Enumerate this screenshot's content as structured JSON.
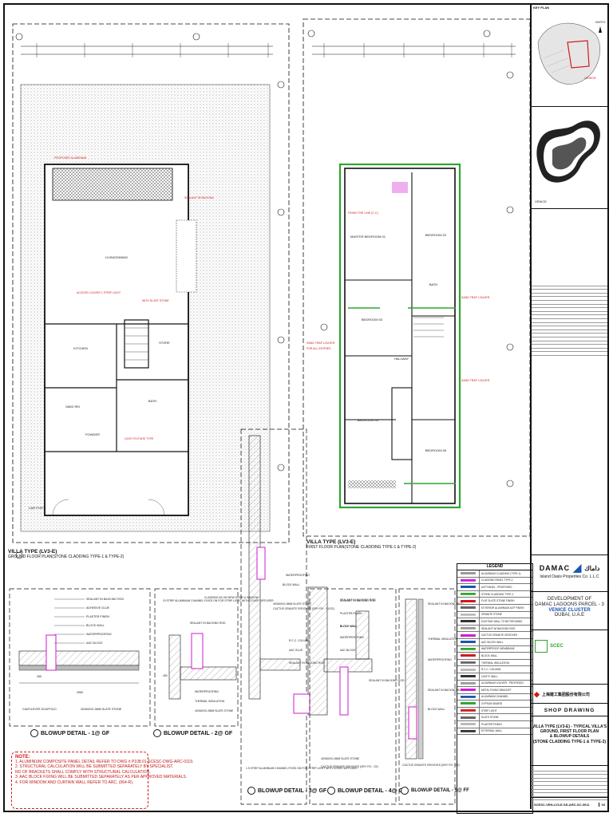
{
  "plans": {
    "ground": {
      "title": "VILLA TYPE (LV3-E)",
      "subtitle": "GROUND FLOOR PLAN(STONE CLADDING TYPE-1 & TYPE-2)",
      "rooms": [
        "LIVING/DINING",
        "KITCHEN",
        "MAID RM",
        "BATH",
        "STORE",
        "POWDER",
        "CAR PORT"
      ]
    },
    "first": {
      "title": "VILLA TYPE (LV3-E)",
      "subtitle": "FIRST FLOOR PLAN(STONE CLADDING TYPE-1 & TYPE-2)",
      "rooms": [
        "MASTER BEDROOM 01",
        "BEDROOM 02",
        "BEDROOM 03",
        "BEDROOM 04",
        "BEDROOM 05",
        "BATH",
        "HALLWAY"
      ]
    }
  },
  "blowups": [
    {
      "title": "BLOWUP DETAIL - 1@ GF",
      "callouts": [
        "SEALANT IN BACKING ROD",
        "ADHESIVE GLUE",
        "PLASTER FINISH",
        "BLOCK WALL",
        "WATERPROOFING",
        "AAC BLOCK"
      ],
      "dims": [
        "450",
        "2960"
      ],
      "bottom": [
        "CANTILEVER SCAFFOLD",
        "30X600X1.5MM SLATE STONE"
      ]
    },
    {
      "title": "BLOWUP DETAIL - 2@ GF",
      "callouts": [
        "GI STRIP ALUMINIUM CHANNEL FIXED ON FOR STRIP LIGHT WITH COVER DIFFUSER",
        "SEALANT IN BACKING ROD",
        "CLADDING AS ON NEW DOOR & WINDOW",
        "WATERPROOFING",
        "THERMAL INSULATION",
        "40X600X1.5MM SLATE STONE"
      ],
      "dims": [
        "450"
      ]
    },
    {
      "title": "BLOWUP DETAIL - 3@ GF",
      "callouts": [
        "WATERPROOFING",
        "BLOCK WALL",
        "40X600X1.5MM SLATE STONE",
        "CACTUS GRANITE GROOVES (DRY FIX - S1/S2)",
        "SEALANT IN BACKING ROD",
        "BLOCK WALL",
        "R.C.C. COLUMN",
        "AAC GLUE",
        "SEALANT IN BACKING ROD"
      ],
      "bottom": [
        "1.5 STRIP ALUMINIUM CHANNEL FIXED ON FOR STRIP LIGHT WITH COVER DIFFUSER"
      ]
    },
    {
      "title": "BLOWUP DETAIL - 4@ GF",
      "callouts": [
        "SEALANT IN BACKING ROD",
        "PLASTER FINISH",
        "BLOCK WALL",
        "WATERPROOFING",
        "AAC BLOCK",
        "SEALANT IN BACKING ROD"
      ],
      "bottom": [
        "40X600X1.5MM SLATE STONE",
        "CACTUS GRANITE GROOVES (DRY FIX - S2)"
      ]
    },
    {
      "title": "BLOWUP DETAIL - 5@ FF",
      "callouts": [
        "SEALANT IN BACKING ROD",
        "THERMAL INSULATION",
        "WATERPROOFING",
        "SEALANT IN BACKING ROD",
        "BLOCK WALL"
      ],
      "bottom": [
        "CACTUS GRANITE GROOVES (DRY FIX - S2)"
      ]
    }
  ],
  "notes": {
    "heading": "NOTE:",
    "lines": [
      "1. ALUMINIUM COMPOSITE PANEL DETAIL REFER TO DWG # P108.01-SCESC-DWG-ARC-0119.",
      "2. STRUCTURAL CALCULATION WILL BE SUBMITTED SEPARATELY BY SPECIALIST.",
      "   NO OF BRACKETS SHALL COMPLY WITH STRUCTURAL CALCULATION.",
      "3. AAC BLOCK FIXING WILL BE SUBMITTED SEPARATELY AS PER APPROVED MATERIALS.",
      "4. FOR WINDOW AND CURTAIN WALL REFER TO ARC. (064-R)."
    ]
  },
  "legend": {
    "title": "LEGEND",
    "items": [
      "ALUMINIUM CLADDING (TYPE-1)",
      "CLADDING PANEL TYPE-2",
      "ACP PANEL - PROPOSED",
      "STONE CLADDING TYPE-1",
      "FLAT SLATE STONE FINISH",
      "EXTERIOR ALUMINIUM ACP FINISH",
      "GRANITE STONE",
      "EXISTING WALL TO BE RETAINED",
      "SEALANT W/ BACKING ROD",
      "CACTUS GRANITE GROOVES",
      "AAC BLOCK WALL",
      "WATERPROOF MEMBRANE",
      "BLOCK WALL",
      "THERMAL INSULATION",
      "R.C.C. COLUMN",
      "CAVITY WALL",
      "ALUMINIUM LOUVER - PROPOSED",
      "METAL FIXING BRACKET",
      "ALUMINIUM CHANNEL",
      "GYPSUM BOARD",
      "STRIP LIGHT",
      "SLATE STONE",
      "PLASTER FINISH",
      "EXTERNAL WALL"
    ]
  },
  "title_block": {
    "key_plan": "KEY PLAN",
    "north": "NORTH",
    "project_label": "VENICE",
    "client": "DAMAC",
    "client_arabic": "داماك",
    "client_sub": "Island Oasis Properties Co. L.L.C",
    "project": [
      "DEVELOPMENT OF",
      "DAMAC LAGOONS PARCEL - 3"
    ],
    "cluster": "VENICE CLUSTER",
    "location": "DUBAI, U.A.E",
    "consultant": "SCEC",
    "contractor": "上海建工集团股份有限公司",
    "stage": "SHOP DRAWING",
    "drawing_title": [
      "VILLA TYPE (LV3-E) - TYPICAL VILLA'S",
      "GROUND, FIRST FLOOR PLAN",
      "& BLOWUP DETAILS",
      "(STONE CLADDING TYPE-1 & TYPE-2)"
    ],
    "drawing_no": "SCESC-VEN-LV3-E-SD-ARC-SC-0011",
    "revision": "03"
  },
  "colors": {
    "accent_red": "#d21a1a",
    "green": "#2fa52f",
    "magenta": "#d21ad2",
    "blue": "#1a55b0"
  }
}
